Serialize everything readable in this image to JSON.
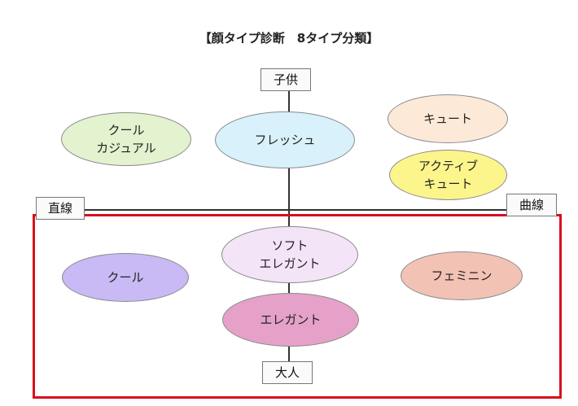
{
  "title": "【顔タイプ診断　8タイプ分類】",
  "axes": {
    "top": "子供",
    "bottom": "大人",
    "left": "直線",
    "right": "曲線"
  },
  "types": {
    "cool_casual": "クール\nカジュアル",
    "fresh": "フレッシュ",
    "cute": "キュート",
    "active_cute": "アクティブ\nキュート",
    "soft_elegant": "ソフト\nエレガント",
    "cool": "クール",
    "feminine": "フェミニン",
    "elegant": "エレガント"
  },
  "colors": {
    "cool_casual": "#e3f2cf",
    "fresh": "#d8f1fb",
    "cute": "#fde9d7",
    "active_cute": "#fbf58c",
    "soft_elegant": "#f4e4f8",
    "cool": "#c9b9f4",
    "feminine": "#f2c2b5",
    "elegant": "#e6a1c8",
    "highlight": "#d8101c"
  }
}
